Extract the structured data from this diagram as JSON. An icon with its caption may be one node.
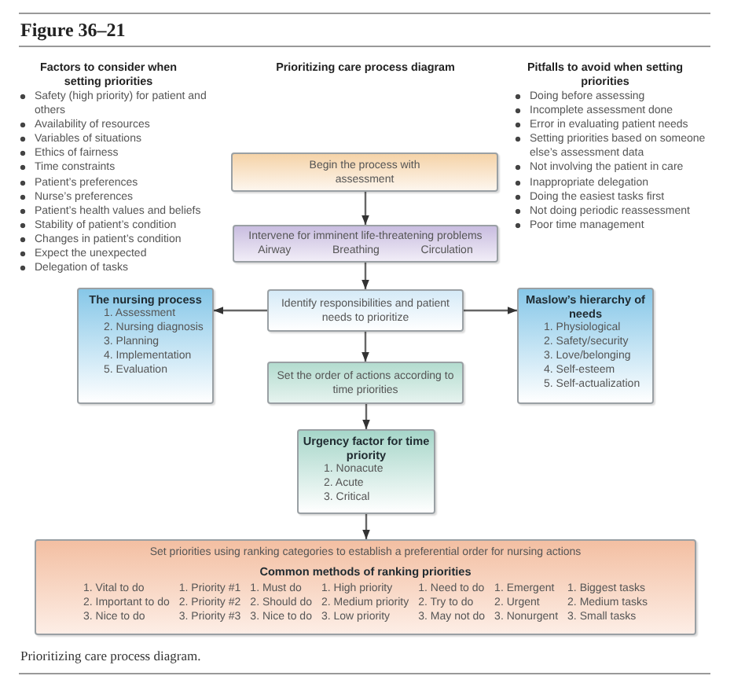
{
  "diagram": {
    "title": "Figure 36–21",
    "caption": "Prioritizing care process diagram.",
    "nodes": [
      {
        "text": [
          "Begin the process with assessment"
        ]
      },
      {
        "text": [
          "Intervene for imminent life-threatening problems",
          "Airway",
          "Breathing",
          "Circulation"
        ]
      },
      {
        "text": [
          "Identify responsibilities and patient needs to prioritize"
        ]
      },
      {
        "text": [
          "The nursing process",
          "1. Assessment",
          "2. Nursing diagnosis",
          "3. Planning",
          "4. Implementation",
          "5. Evaluation"
        ]
      },
      {
        "text": [
          "Maslow’s hierarchy of needs",
          "1. Physiological",
          "2. Safety/security",
          "3. Love/belonging",
          "4. Self-esteem",
          "5. Self-actualization"
        ]
      },
      {
        "text": [
          "Set the order of actions according to time priorities"
        ]
      },
      {
        "text": [
          "Urgency factor for time priority",
          "1. Nonacute",
          "2. Acute",
          "3. Critical"
        ]
      },
      {
        "text": [
          "Set priorities using ranking categories to establish a preferential order for nursing actions",
          "Common methods of ranking priorities",
          "1. Vital to do",
          "2. Important to do",
          "3. Nice to do",
          "1. Priority #1",
          "2. Priority #2",
          "3. Priority #3",
          "1. Must do",
          "2. Should do",
          "3. Nice to do",
          "1. High priority",
          "2. Medium priority",
          "3. Low priority",
          "1. Need to do",
          "2. Try to do",
          "3. May not do",
          "1. Emergent",
          "2. Urgent",
          "3. Nonurgent",
          "1. Biggest tasks",
          "2. Medium tasks",
          "3. Small tasks"
        ]
      }
    ],
    "edges": [
      {
        "from": 0,
        "to": 1,
        "arrow": "to"
      },
      {
        "from": 1,
        "to": 2,
        "arrow": "to"
      },
      {
        "from": 2,
        "to": 3,
        "arrow": "to"
      },
      {
        "from": 2,
        "to": 4,
        "arrow": "to"
      },
      {
        "from": 2,
        "to": 5,
        "arrow": "to"
      },
      {
        "from": 5,
        "to": 6,
        "arrow": "to"
      },
      {
        "from": 6,
        "to": 7,
        "arrow": "to"
      }
    ],
    "labels": [
      "Factors to consider when setting priorities",
      "Safety (high priority) for patient and others",
      "Availability of resources",
      "Variables of situations",
      "Ethics of fairness",
      "Time constraints",
      "Patient’s preferences",
      "Nurse’s preferences",
      "Patient’s health values and beliefs",
      "Stability of patient’s condition",
      "Changes in patient’s condition",
      "Expect the unexpected",
      "Delegation of tasks",
      "Prioritizing care process diagram",
      "Pitfalls to avoid when setting priorities",
      "Doing before assessing",
      "Incomplete assessment done",
      "Error in evaluating patient needs",
      "Setting priorities based on someone else’s assessment data",
      "Not involving the patient in care",
      "Inappropriate delegation",
      "Doing the easiest tasks first",
      "Not doing periodic reassessment",
      "Poor time management"
    ]
  }
}
